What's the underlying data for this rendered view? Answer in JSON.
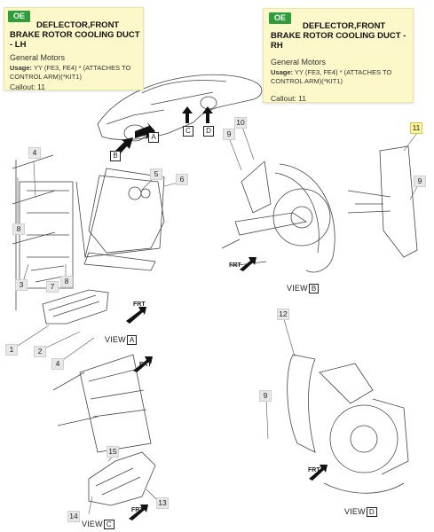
{
  "tooltips": [
    {
      "badge": "OE",
      "title": "DEFLECTOR,FRONT BRAKE ROTOR COOLING DUCT - LH",
      "maker": "General Motors",
      "usage_label": "Usage:",
      "usage_text": "YY (FE3, FE4) * (ATTACHES TO CONTROL ARM)(*KIT1)",
      "callout": "Callout:  11"
    },
    {
      "badge": "OE",
      "title": "DEFLECTOR,FRONT BRAKE ROTOR COOLING DUCT - RH",
      "maker": "General Motors",
      "usage_label": "Usage:",
      "usage_text": "YY (FE3, FE4) * (ATTACHES TO CONTROL ARM)(*KIT1)",
      "callout": "Callout:  11"
    }
  ],
  "views": {
    "a": {
      "label": "VIEW",
      "letter": "A"
    },
    "b": {
      "label": "VIEW",
      "letter": "B"
    },
    "c": {
      "label": "VIEW",
      "letter": "C"
    },
    "d": {
      "label": "VIEW",
      "letter": "D"
    }
  },
  "arrow_letters": {
    "a": "A",
    "b": "B",
    "c": "C",
    "d": "D"
  },
  "frt": "FRT",
  "callouts": {
    "c1": "1",
    "c2": "2",
    "c3": "3",
    "c4a": "4",
    "c4b": "4",
    "c5": "5",
    "c6": "6",
    "c7": "7",
    "c8a": "8",
    "c8b": "8",
    "c9a": "9",
    "c9b": "9",
    "c9c": "9",
    "c10": "10",
    "c11": "11",
    "c12": "12",
    "c13": "13",
    "c14": "14",
    "c15": "15"
  }
}
